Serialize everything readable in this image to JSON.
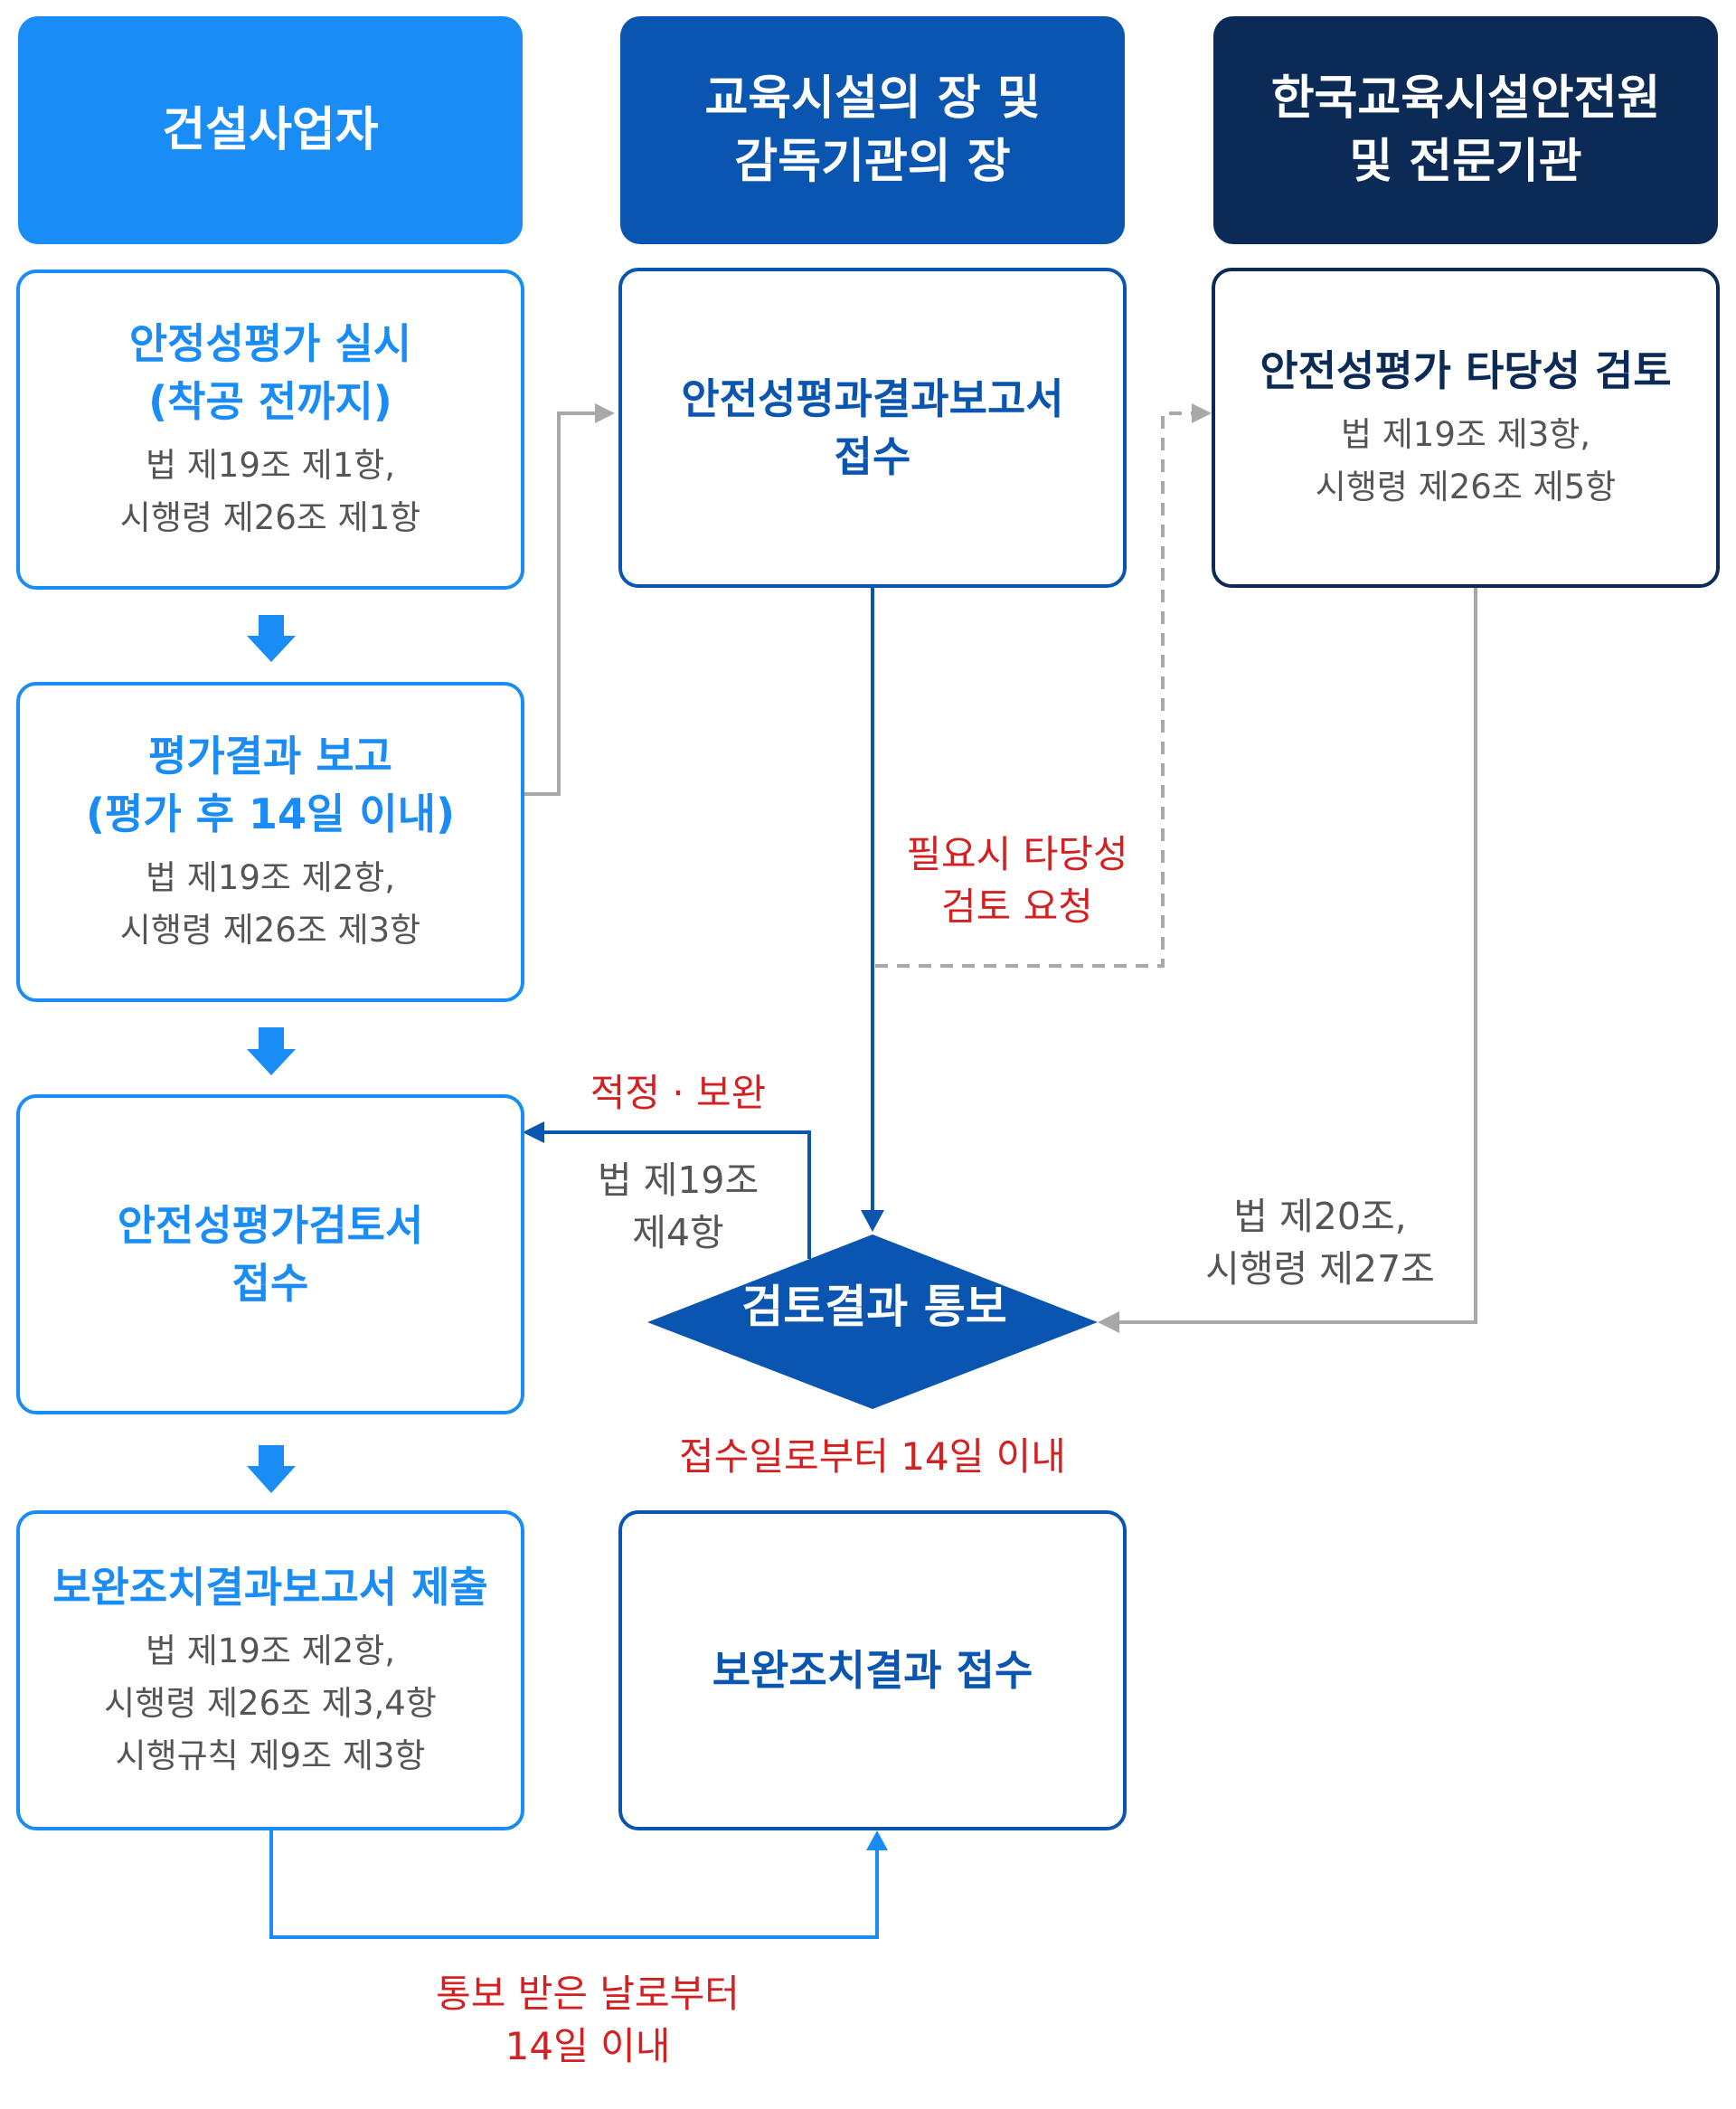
{
  "headers": {
    "col1": [
      "건설사업자"
    ],
    "col2": [
      "교육시설의 장 및",
      "감독기관의 장"
    ],
    "col3": [
      "한국교육시설안전원",
      "및 전문기관"
    ]
  },
  "left": {
    "b1": {
      "title": [
        "안정성평가 실시",
        "(착공 전까지)"
      ],
      "sub": [
        "법 제19조 제1항,",
        "시행령 제26조 제1항"
      ]
    },
    "b2": {
      "title": [
        "평가결과 보고",
        "(평가 후 14일 이내)"
      ],
      "sub": [
        "법 제19조 제2항,",
        "시행령 제26조 제3항"
      ]
    },
    "b3": {
      "title": [
        "안전성평가검토서",
        "접수"
      ]
    },
    "b4": {
      "title": [
        "보완조치결과보고서 제출"
      ],
      "sub": [
        "법 제19조 제2항,",
        "시행령 제26조 제3,4항",
        "시행규칙 제9조 제3항"
      ]
    }
  },
  "middle": {
    "b1": {
      "title": [
        "안전성평과결과보고서",
        "접수"
      ]
    },
    "diamond": "검토결과 통보",
    "b2": {
      "title": [
        "보완조치결과 접수"
      ]
    }
  },
  "right": {
    "b1": {
      "title": [
        "안전성평가 타당성 검토"
      ],
      "sub": [
        "법 제19조 제3항,",
        "시행령 제26조 제5항"
      ]
    }
  },
  "labels": {
    "request": [
      "필요시 타당성",
      "검토 요청"
    ],
    "adequacy": "적정 · 보완",
    "law_19_4": [
      "법 제19조",
      "제4항"
    ],
    "law_20": [
      "법 제20조,",
      "시행령 제27조"
    ],
    "within_receipt": "접수일로부터 14일 이내",
    "within_notice": [
      "통보 받은 날로부터",
      "14일 이내"
    ]
  },
  "colors": {
    "col1": "#1a8cf5",
    "col2": "#0a55b0",
    "col3": "#0b2a55",
    "accent_red": "#d42020",
    "connector_gray": "#a8a8a8"
  }
}
